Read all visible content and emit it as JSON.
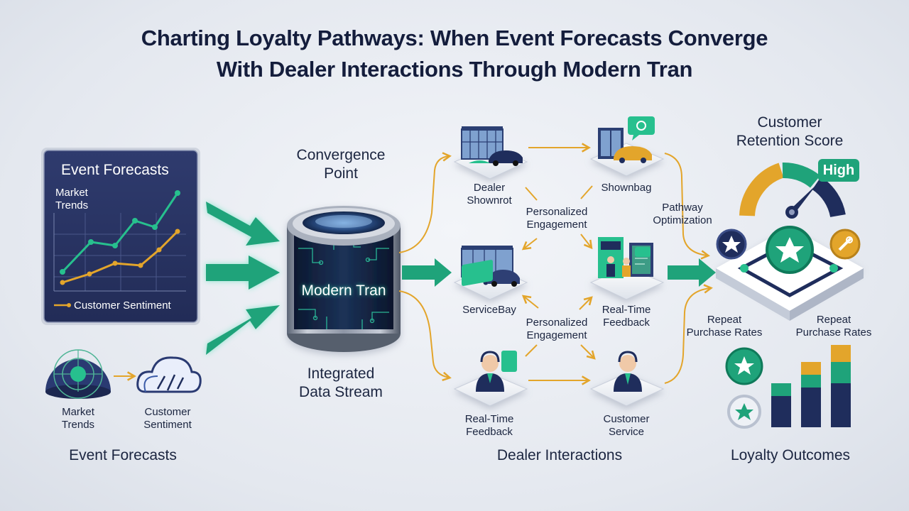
{
  "title": {
    "line1": "Charting Loyalty Pathways: When Event Forecasts Converge",
    "line2": "With Dealer Interactions Through Modern Tran"
  },
  "left": {
    "panel_title": "Event Forecasts",
    "panel_series_market": "Market\nTrends",
    "panel_series_sentiment": "Customer Sentiment",
    "icon_market_label": "Market\nTrends",
    "icon_sentiment_label": "Customer\nSentiment",
    "section_label": "Event Forecasts"
  },
  "center": {
    "heading": "Convergence\nPoint",
    "cylinder_label": "Modern Tran",
    "subheading": "Integrated\nData Stream"
  },
  "dealer": {
    "nodes": {
      "showroom": "Dealer\nShownrot",
      "showbag": "Shownbag",
      "service_bay": "ServiceBay",
      "feedback_mid": "Real-Time\nFeedback",
      "feedback_bottom": "Real-Time\nFeedback",
      "customer_service": "Customer\nService"
    },
    "engagement_top": "Personalized\nEngagement",
    "engagement_mid": "Personalized\nEngagement",
    "pathway": "Pathway\nOptimization",
    "section_label": "Dealer Interactions"
  },
  "outcomes": {
    "score_title": "Customer\nRetention Score",
    "gauge_level_label": "High",
    "gauge_level_fraction": 0.8,
    "repeat_left": "Repeat\nPurchase Rates",
    "repeat_right": "Repeat\nPurchase Rates",
    "section_label": "Loyalty Outcomes"
  },
  "colors": {
    "title": "#141d3c",
    "navy": "#1f2d5c",
    "teal": "#1fa37a",
    "teal_bright": "#27c08e",
    "gold": "#e3a52b",
    "panel": "#2a3566"
  }
}
